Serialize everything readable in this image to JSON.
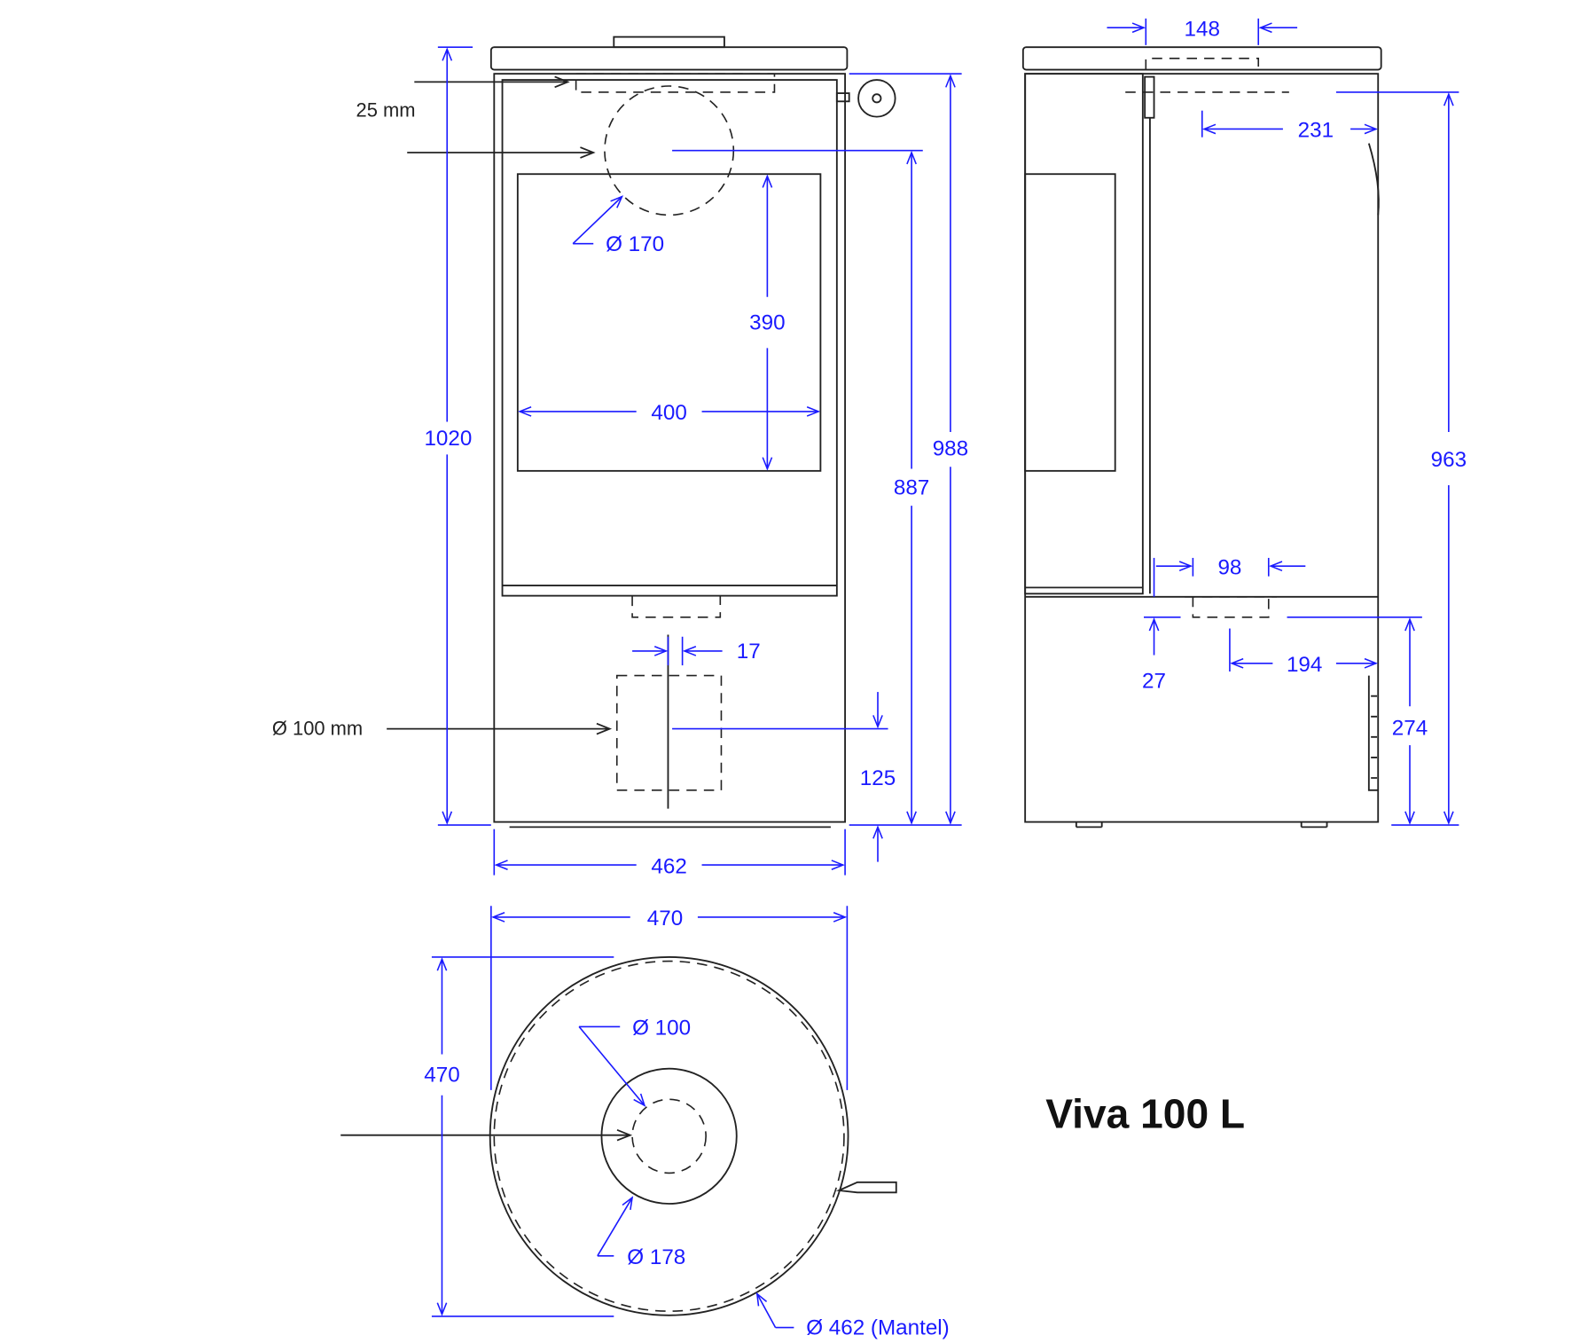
{
  "title": "Viva 100 L",
  "front_view": {
    "flue_offset": "25 mm",
    "flue_diameter": "Ø 170",
    "window_height": "390",
    "window_width": "400",
    "total_height": "1020",
    "body_height": "988",
    "flue_center_height": "887",
    "air_inlet_offset": "17",
    "air_inlet": "Ø 100 mm",
    "air_inlet_height": "125",
    "body_width": "462"
  },
  "side_view": {
    "top_flue_width": "148",
    "flue_depth": "231",
    "side_height": "963",
    "bottom_flue_width": "98",
    "bottom_flue_offset": "27",
    "bottom_flue_depth": "194",
    "rear_inlet_height": "274"
  },
  "top_view": {
    "width": "470",
    "depth": "470",
    "inlet_diameter": "Ø 100",
    "flue_diameter": "Ø 178",
    "mantel_diameter": "Ø 462 (Mantel)"
  },
  "colors": {
    "dimension": "#1a1aff",
    "outline": "#222222"
  }
}
